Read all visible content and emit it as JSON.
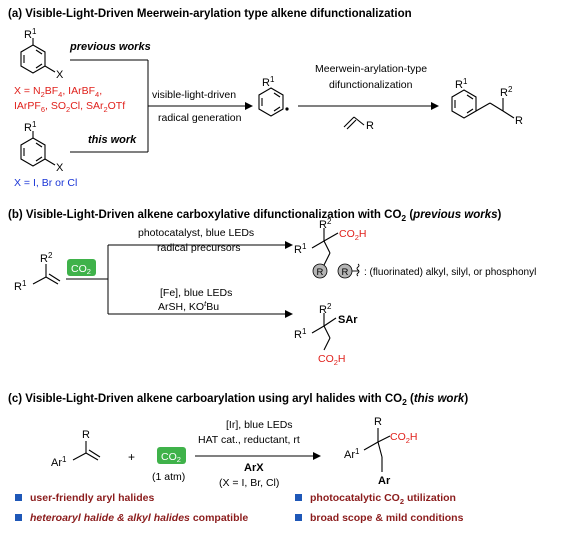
{
  "section_a": {
    "title": "(a) Visible-Light-Driven Meerwein-arylation type alkene difunctionalization",
    "aryl_label": "X",
    "r1": "R",
    "r1_sup": "1",
    "previous_works": "previous works",
    "x_def_1a": "X = ",
    "x_def_1b": "N",
    "x_def_1c": "2",
    "x_def_1d": "BF",
    "x_def_1e": "4",
    "x_def_1f": ", IArBF",
    "x_def_1g": "4",
    "x_def_1h": ",",
    "x_def_2a": "IArPF",
    "x_def_2b": "6",
    "x_def_2c": ", SO",
    "x_def_2d": "2",
    "x_def_2e": "Cl, SAr",
    "x_def_2f": "2",
    "x_def_2g": "OTf",
    "this_work": "this work",
    "x_def_3": "X = I, Br or Cl",
    "cond_top": "visible-light-driven",
    "cond_bottom": "radical generation",
    "meerwein_1": "Meerwein-arylation-type",
    "meerwein_2": "difunctionalization",
    "alkene_r": "R",
    "prod_r2": "R",
    "prod_r2_sup": "2",
    "prod_r": "R"
  },
  "section_b": {
    "title_main": "(b) Visible-Light-Driven alkene carboxylative difunctionalization with CO",
    "title_sub": "2",
    "title_paren_open": " (",
    "title_italic": "previous works",
    "title_paren_close": ")",
    "co2": "CO",
    "co2_sub": "2",
    "upper_cond_1": "photocatalyst, blue LEDs",
    "upper_cond_2": "radical precursors",
    "lower_cond_1": "[Fe], blue LEDs",
    "lower_cond_2a": "ArSH, KO",
    "lower_cond_2b": "t",
    "lower_cond_2c": "Bu",
    "co2h": "CO",
    "co2h_sub": "2",
    "co2h_end": "H",
    "r_circle": "R",
    "r_desc": ": (fluorinated) alkyl, silyl, or phosphonyl",
    "sar": "SAr",
    "r1": "R",
    "r1_sup": "1",
    "r2": "R",
    "r2_sup": "2"
  },
  "section_c": {
    "title_main": "(c) Visible-Light-Driven alkene carboarylation using aryl halides with CO",
    "title_sub": "2",
    "title_paren_open": " (",
    "title_italic": "this work",
    "title_paren_close": ")",
    "ar1": "Ar",
    "ar1_sup": "1",
    "r": "R",
    "plus": "+",
    "co2": "CO",
    "co2_sub": "2",
    "pressure": "(1 atm)",
    "cond_1": "[Ir], blue LEDs",
    "cond_2": "HAT cat., reductant, rt",
    "cond_3": "ArX",
    "cond_4": "(X = I, Br, Cl)",
    "prod_ar": "Ar",
    "features": [
      "user-friendly aryl halides",
      "photocatalytic CO",
      "2",
      " utilization",
      "heteroaryl halide & alkyl halides",
      " compatible",
      "broad scope & mild conditions"
    ]
  },
  "colors": {
    "red": "#e0201b",
    "blue": "#1a35d6",
    "dark_red": "#8b1c1c",
    "green_box": "#3fb24a",
    "bullet_blue": "#1f58b8",
    "circle_gray": "#b5b5b5"
  }
}
